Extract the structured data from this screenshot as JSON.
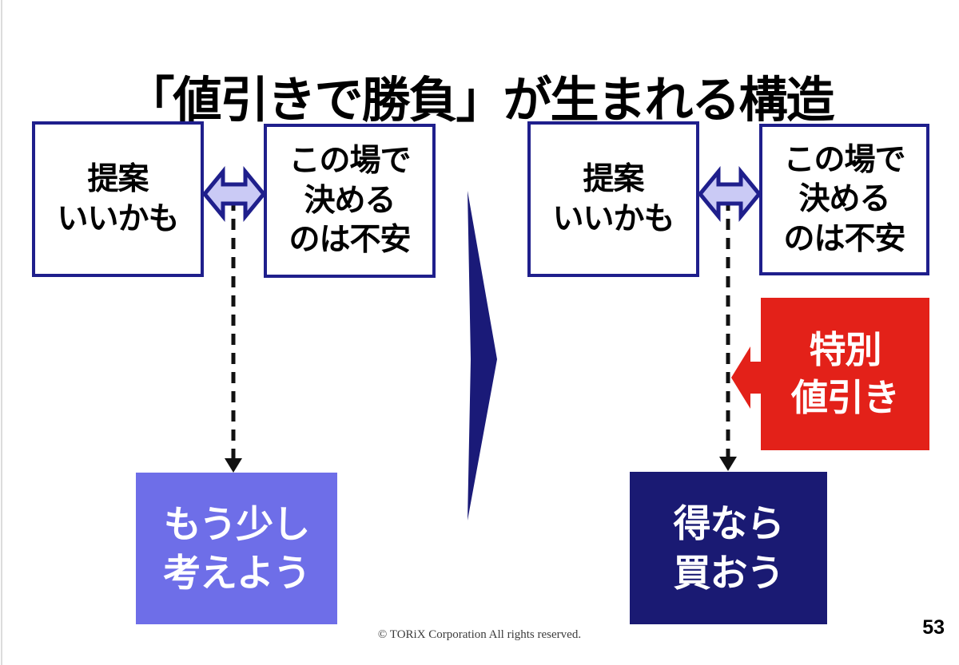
{
  "title": "「値引きで勝負」が生まれる構造",
  "colors": {
    "box_border_navy": "#1f1f8c",
    "double_arrow_fill": "#cacaf5",
    "big_arrow_navy": "#1a1a78",
    "outcome_think_purple": "#6e6ee8",
    "outcome_buy_navy": "#1a1a73",
    "discount_red": "#e32119",
    "dashed_line_black": "#111111"
  },
  "icons": {
    "double_arrow": "double-headed-arrow",
    "dashed_down_arrow": "dashed-down-arrow",
    "transition_arrow": "big-right-arrow",
    "discount_arrow": "left-block-arrow"
  },
  "before_state": {
    "proposal_box": "提案\nいいかも",
    "anxiety_box": "この場で\n決める\nのは不安",
    "outcome_box": "もう少し\n考えよう"
  },
  "after_state": {
    "proposal_box": "提案\nいいかも",
    "anxiety_box": "この場で\n決める\nのは不安",
    "discount_box": "特別\n値引き",
    "outcome_box": "得なら\n買おう"
  },
  "footer": {
    "copyright": "© TORiX Corporation All rights reserved.",
    "page_number": "53"
  }
}
